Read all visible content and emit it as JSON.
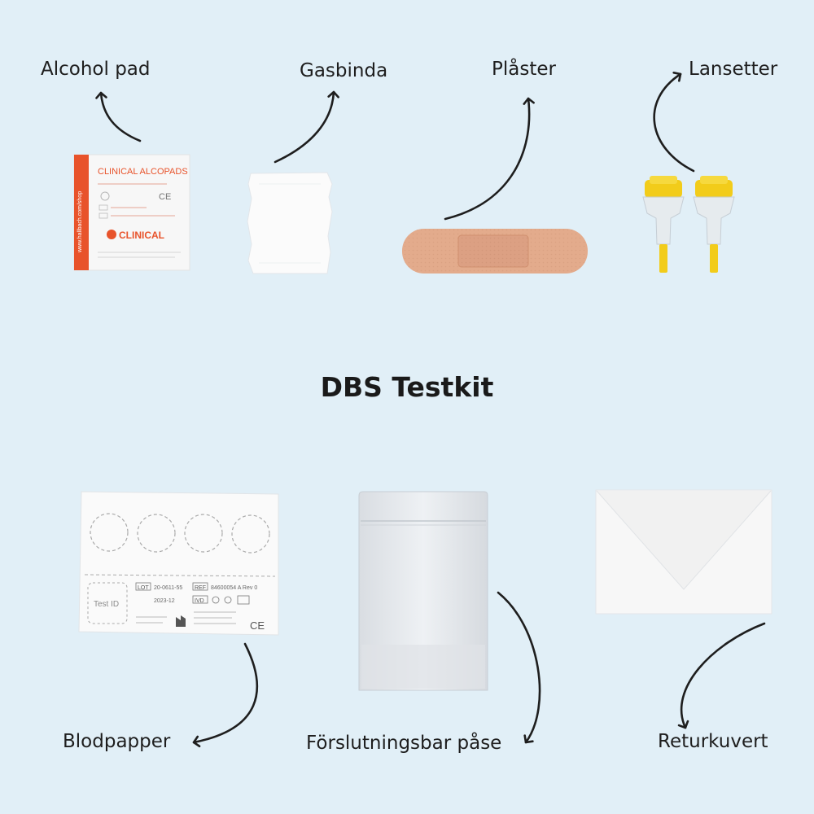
{
  "title": "DBS Testkit",
  "items": {
    "alcohol_pad": {
      "label": "Alcohol pad",
      "print_brand": "CLINICAL ALCOPADS",
      "print_logo": "CLINICAL",
      "print_side": "www.hallbach.com/shop"
    },
    "gasbinda": {
      "label": "Gasbinda"
    },
    "plaster": {
      "label": "Plåster"
    },
    "lansetter": {
      "label": "Lansetter"
    },
    "blodpapper": {
      "label": "Blodpapper",
      "print_test_id": "Test ID",
      "print_lot_value": "20-0611-55",
      "print_ref_value": "84600054 A  Rev 0",
      "print_date": "2023-12"
    },
    "pase": {
      "label": "Förslutningsbar påse"
    },
    "returkuvert": {
      "label": "Returkuvert"
    }
  },
  "colors": {
    "background": "#e1eff7",
    "alcopad_accent": "#e8532b",
    "plaster": "#e3ab8c",
    "lancet_yellow": "#f2cc1a",
    "arrow": "#1e1e1e"
  },
  "icons": [
    "curved-arrow-icon"
  ]
}
